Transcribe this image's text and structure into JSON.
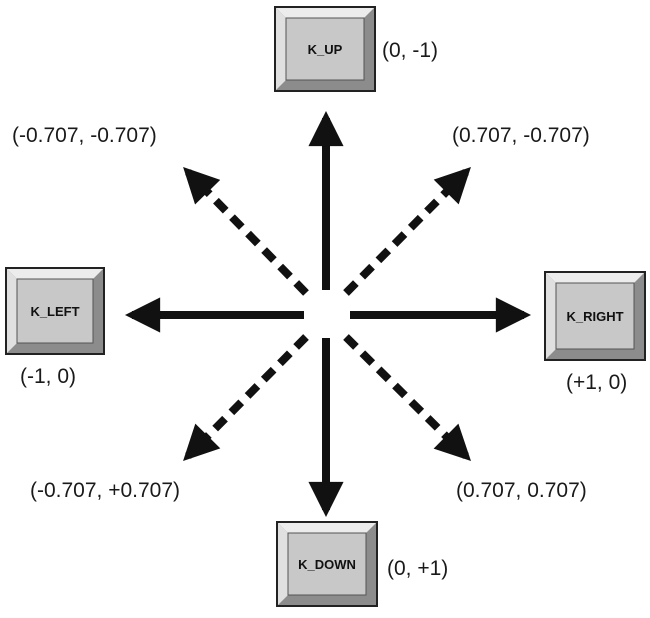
{
  "keys": {
    "up": {
      "label": "K_UP",
      "vector": "(0, -1)"
    },
    "down": {
      "label": "K_DOWN",
      "vector": "(0, +1)"
    },
    "left": {
      "label": "K_LEFT",
      "vector": "(-1, 0)"
    },
    "right": {
      "label": "K_RIGHT",
      "vector": "(+1, 0)"
    }
  },
  "diagonals": {
    "up_left": "(-0.707, -0.707)",
    "up_right": "(0.707, -0.707)",
    "down_left": "(-0.707, +0.707)",
    "down_right": "(0.707, 0.707)"
  },
  "colors": {
    "arrow": "#111111",
    "key_face": "#c8c8c8",
    "key_light": "#ececec",
    "key_dark": "#8c8c8c",
    "key_border": "#222222"
  }
}
